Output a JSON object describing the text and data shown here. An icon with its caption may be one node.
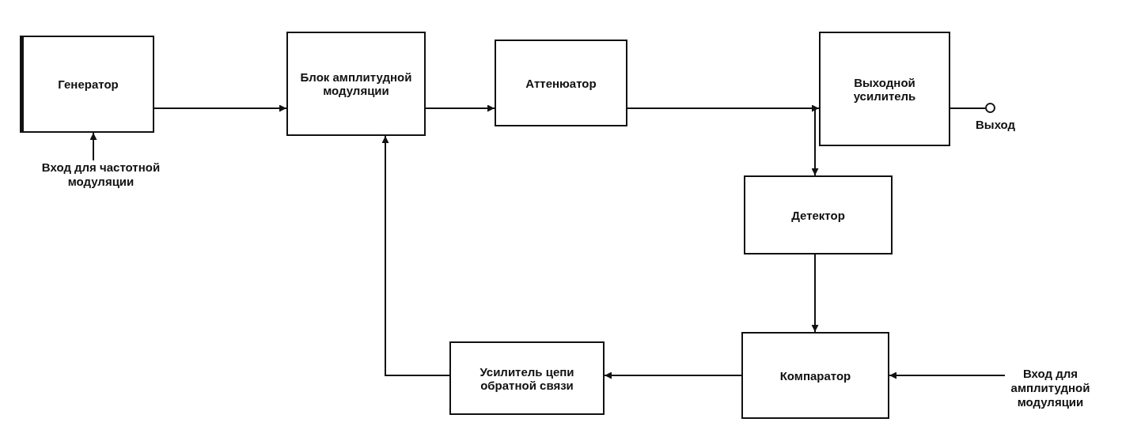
{
  "diagram": {
    "nodes": [
      {
        "text": [
          "Генератор"
        ]
      },
      {
        "text": [
          "Блок амплитудной модуляции"
        ]
      },
      {
        "text": [
          "Аттенюатор"
        ]
      },
      {
        "text": [
          "Выходной усилитель"
        ]
      },
      {
        "text": [],
        "shape": "circle",
        "beside": [
          "Выход"
        ]
      },
      {
        "text": [
          "Детектор"
        ]
      },
      {
        "text": [
          "Компаратор"
        ]
      },
      {
        "text": [
          "Усилитель цепи обратной связи"
        ]
      },
      {
        "text": [
          "Вход для частотной модуляции"
        ]
      },
      {
        "text": [
          "Вход для амплитудной модуляции"
        ]
      }
    ],
    "edges": [
      {
        "from": 0,
        "to": 1,
        "arrow": "to"
      },
      {
        "from": 8,
        "to": 0,
        "arrow": "to"
      },
      {
        "from": 1,
        "to": 2,
        "arrow": "to"
      },
      {
        "from": 2,
        "to": 3,
        "arrow": "to"
      },
      {
        "from": 2,
        "to": 5,
        "arrow": "to"
      },
      {
        "from": 5,
        "to": 6,
        "arrow": "to"
      },
      {
        "from": 9,
        "to": 6,
        "arrow": "to"
      },
      {
        "from": 6,
        "to": 7,
        "arrow": "to"
      },
      {
        "from": 7,
        "to": 1,
        "arrow": "to"
      },
      {
        "from": 3,
        "to": 4,
        "arrow": "none"
      }
    ]
  }
}
